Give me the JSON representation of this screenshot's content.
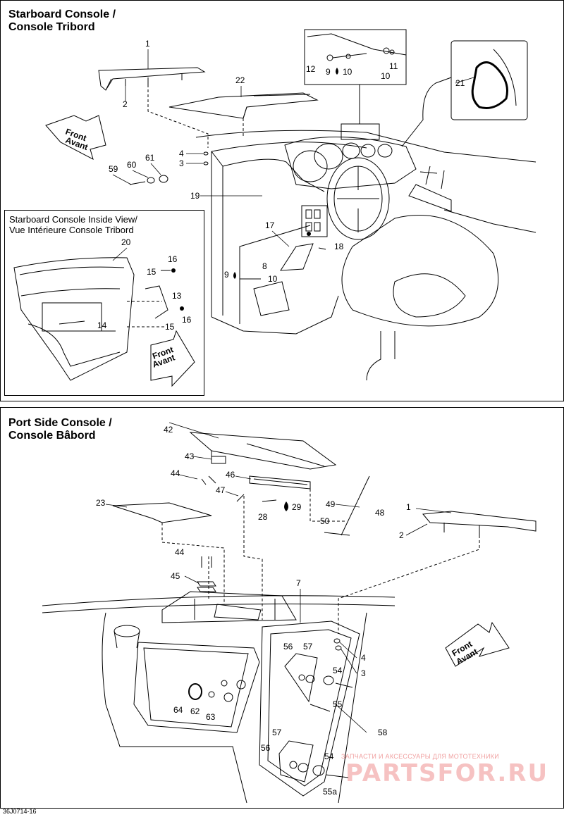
{
  "sections": {
    "starboard": {
      "title_line1": "Starboard Console /",
      "title_line2": "Console Tribord"
    },
    "inside_view": {
      "title_line1": "Starboard Console Inside View/",
      "title_line2": "Vue Intérieure Console Tribord"
    },
    "port": {
      "title_line1": "Port Side Console /",
      "title_line2": "Console Bâbord"
    }
  },
  "front_arrow": {
    "line1": "Front",
    "line2": "Avant"
  },
  "callouts_starboard": [
    "1",
    "2",
    "22",
    "12",
    "9",
    "10",
    "10",
    "11",
    "21",
    "4",
    "3",
    "61",
    "60",
    "59",
    "19",
    "17",
    "18",
    "9",
    "8",
    "10"
  ],
  "callouts_inside": [
    "20",
    "16",
    "15",
    "13",
    "14",
    "15",
    "16"
  ],
  "callouts_port": [
    "42",
    "43",
    "44",
    "46",
    "47",
    "28",
    "29",
    "49",
    "48",
    "50",
    "23",
    "1",
    "2",
    "44",
    "45",
    "7",
    "4",
    "3",
    "56",
    "57",
    "54",
    "55",
    "64",
    "62",
    "63",
    "58",
    "57",
    "56",
    "54",
    "55a"
  ],
  "footer_code": "36J0714-16",
  "watermark": {
    "small": "ЗАПЧАСТИ И АКСЕССУАРЫ ДЛЯ МОТОТЕХНИКИ",
    "large": "PARTSFOR.RU"
  }
}
